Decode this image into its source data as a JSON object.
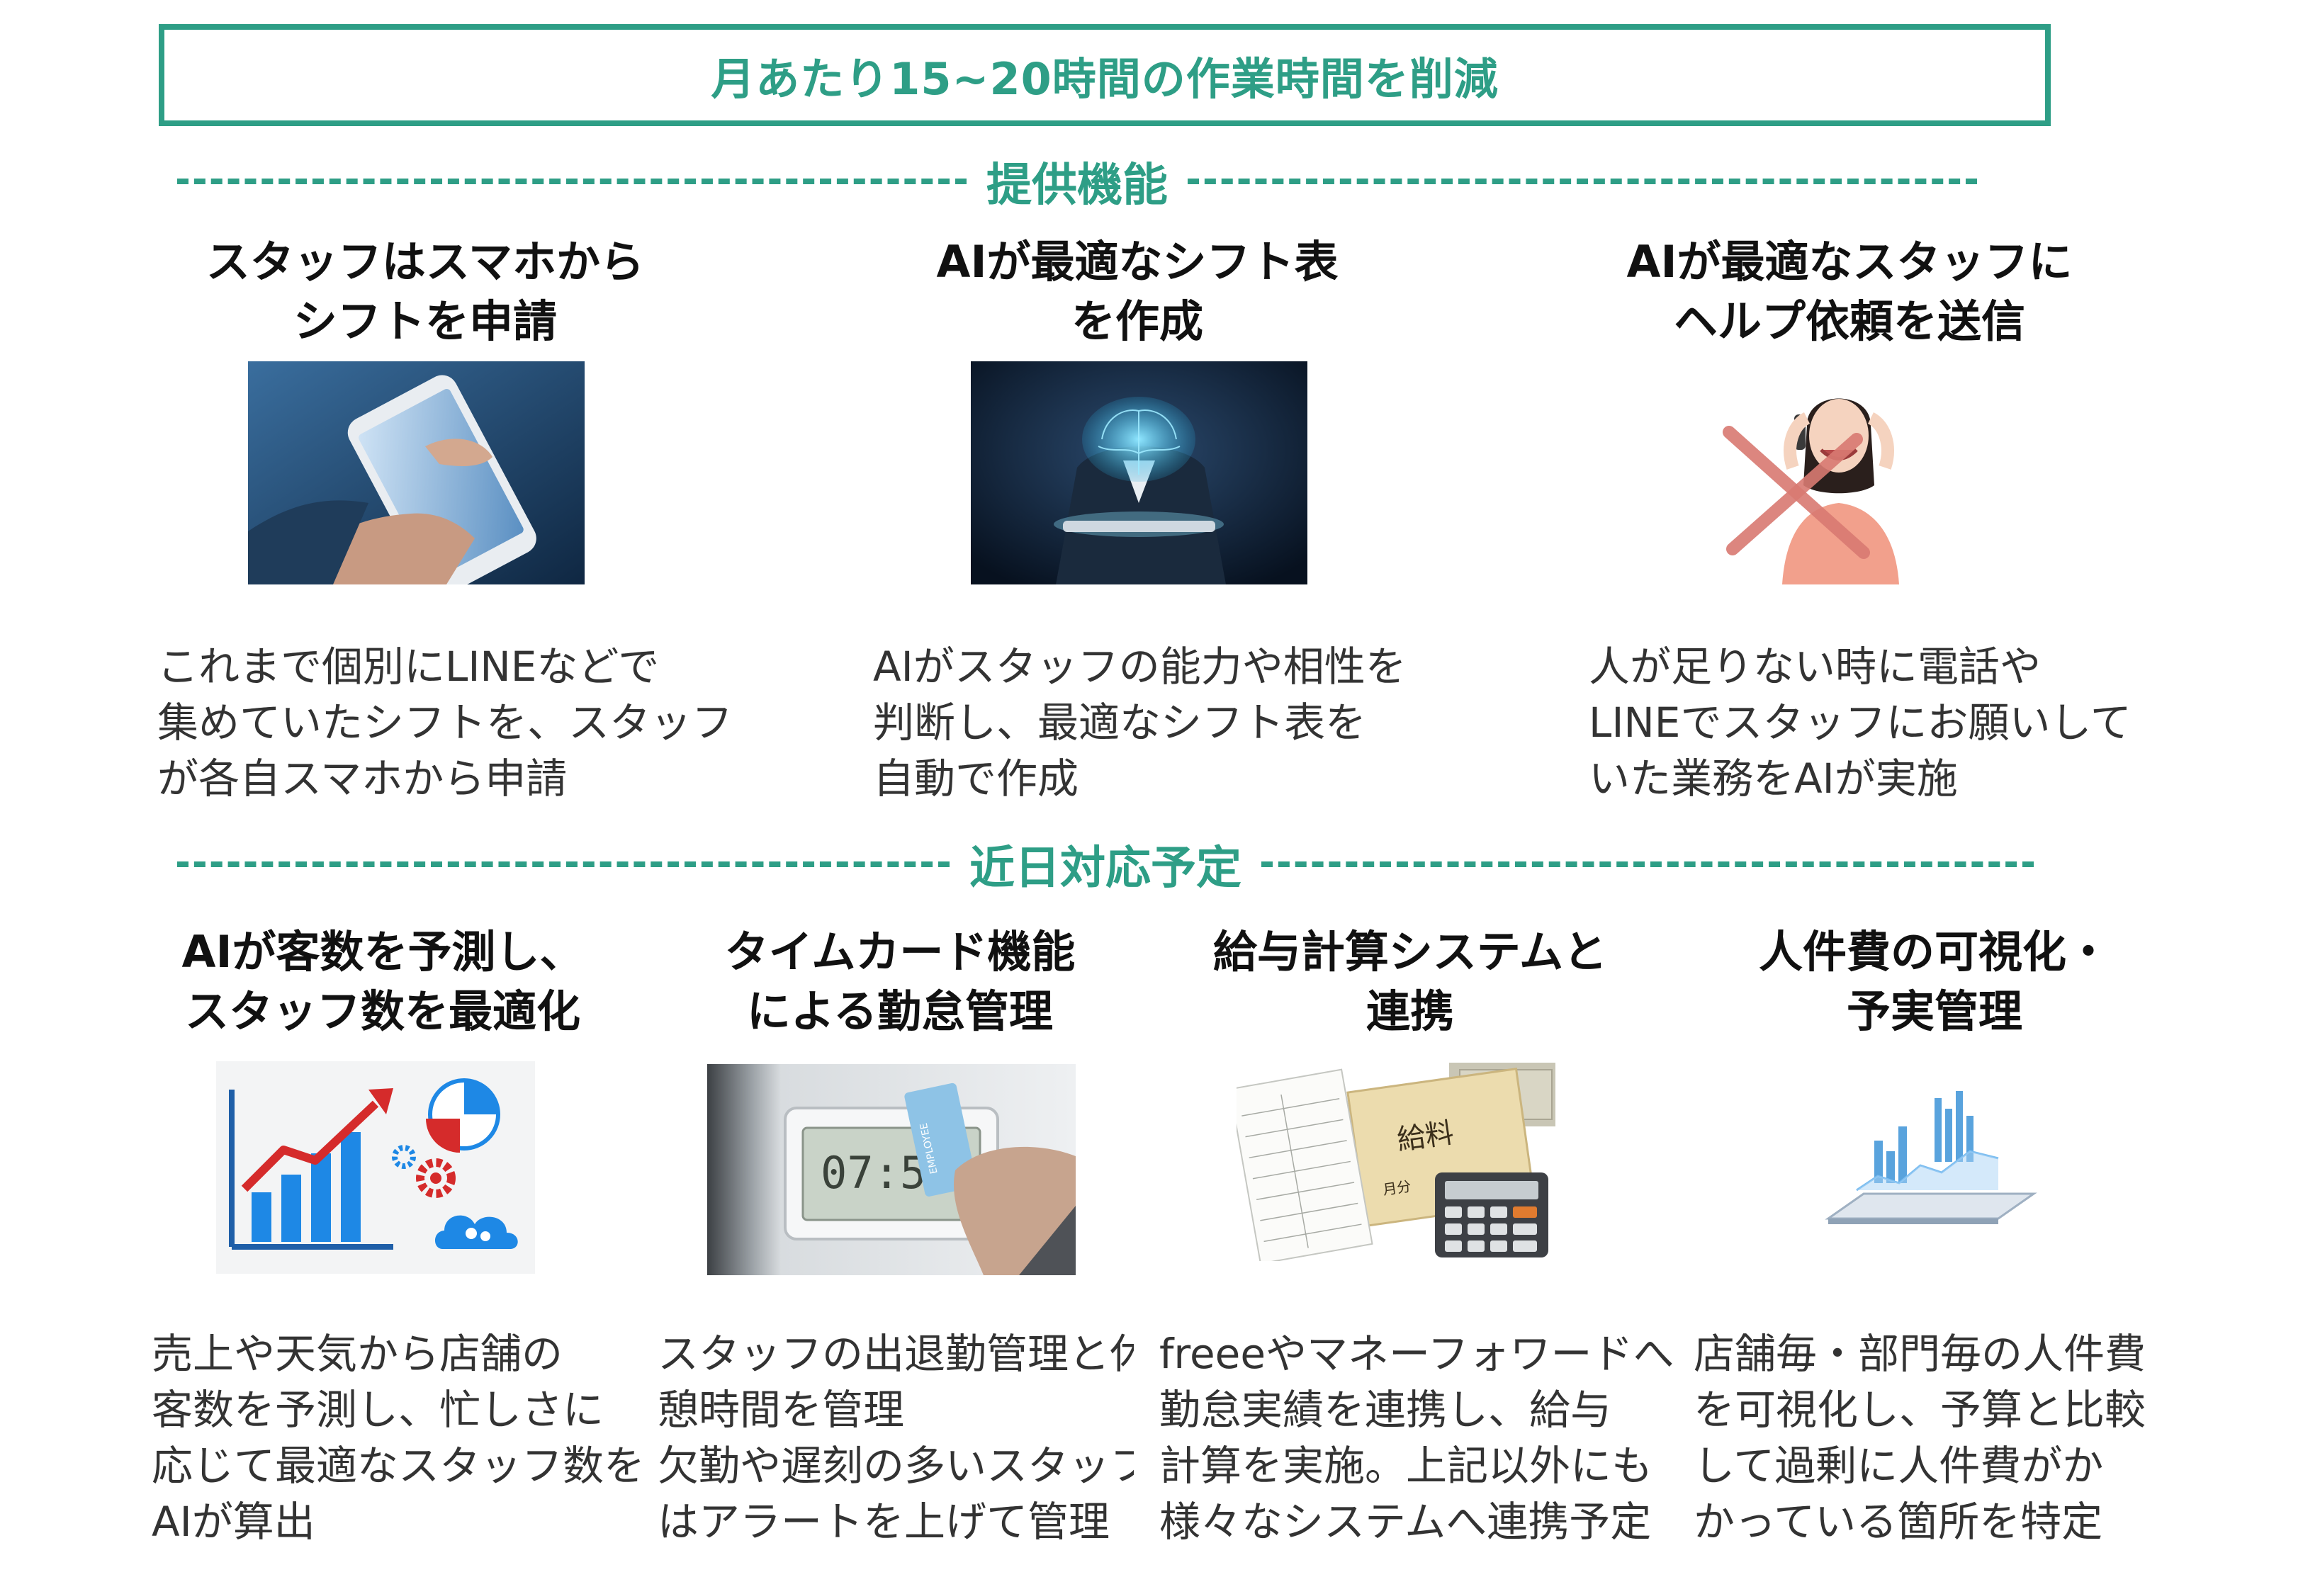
{
  "headline": "月あたり15~20時間の作業時間を削減",
  "sections": [
    {
      "label": "提供機能",
      "items": [
        {
          "title": [
            "スタッフはスマホから",
            "シフトを申請"
          ],
          "description": [
            "これまで個別にLINEなどで",
            "集めていたシフトを、スタッフ",
            "が各自スマホから申請"
          ]
        },
        {
          "title": [
            "AIが最適なシフト表",
            "を作成"
          ],
          "description": [
            "AIがスタッフの能力や相性を",
            "判断し、最適なシフト表を",
            "自動で作成"
          ]
        },
        {
          "title": [
            "AIが最適なスタッフに",
            "ヘルプ依頼を送信"
          ],
          "description": [
            "人が足りない時に電話や",
            "LINEでスタッフにお願いして",
            "いた業務をAIが実施"
          ]
        }
      ]
    },
    {
      "label": "近日対応予定",
      "items": [
        {
          "title": [
            "AIが客数を予測し、",
            "スタッフ数を最適化"
          ],
          "description": [
            "売上や天気から店舗の",
            "客数を予測し、忙しさに",
            "応じて最適なスタッフ数を",
            "AIが算出"
          ]
        },
        {
          "title": [
            "タイムカード機能",
            "による勤怠管理"
          ],
          "description": [
            "スタッフの出退勤管理と休",
            "憩時間を管理",
            "欠勤や遅刻の多いスタッフ",
            "はアラートを上げて管理"
          ],
          "image_text": {
            "clock": "07:59",
            "card": "EMPLOYEE"
          }
        },
        {
          "title": [
            "給与計算システムと",
            "連携"
          ],
          "description": [
            "freeeやマネーフォワードへ",
            "勤怠実績を連携し、給与",
            "計算を実施。上記以外にも",
            "様々なシステムへ連携予定"
          ],
          "image_text": {
            "envelope": "給料",
            "envelope_sub": "月分"
          }
        },
        {
          "title": [
            "人件費の可視化・",
            "予実管理"
          ],
          "description": [
            "店舗毎・部門毎の人件費",
            "を可視化し、予算と比較",
            "して過剰に人件費がか",
            "かっている箇所を特定"
          ]
        }
      ]
    }
  ],
  "colors": {
    "accent": "#2e9e86",
    "title_text": "#111111",
    "body_text": "#333333"
  },
  "icons": [
    "smartphone-hand-photo",
    "ai-brain-tablet-photo",
    "stressed-woman-phone-photo",
    "red-x-icon",
    "growth-chart-icon",
    "pie-chart-icon",
    "gear-icon",
    "cloud-users-icon",
    "timecard-reader-photo",
    "payroll-documents-photo",
    "calculator-icon",
    "analytics-tablet-icon"
  ]
}
